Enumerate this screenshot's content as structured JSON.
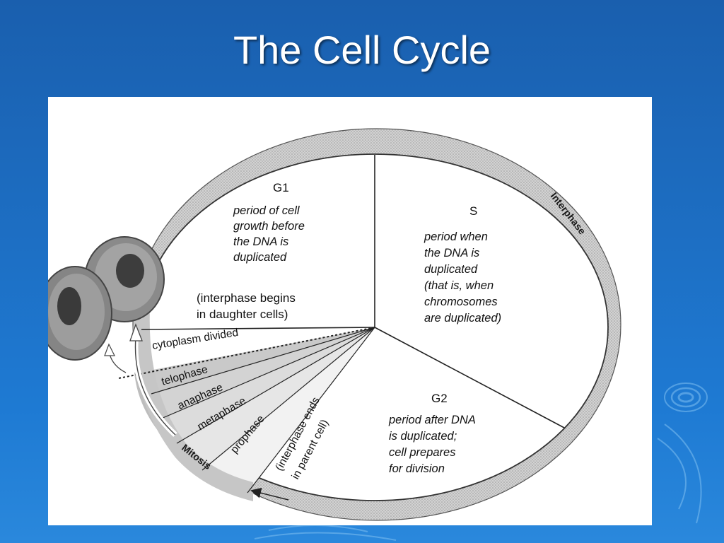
{
  "slide": {
    "title": "The Cell Cycle"
  },
  "diagram": {
    "ring_labels": {
      "interphase": "Interphase",
      "mitosis": "Mitosis"
    },
    "g1": {
      "title": "G1",
      "lines": [
        "period of cell",
        "growth before",
        "the DNA is",
        "duplicated"
      ],
      "note": [
        "(interphase begins",
        "in daughter cells)"
      ]
    },
    "s": {
      "title": "S",
      "lines": [
        "period when",
        "the DNA is",
        "duplicated",
        "(that is, when",
        "chromosomes",
        "are duplicated)"
      ]
    },
    "g2": {
      "title": "G2",
      "lines": [
        "period after DNA",
        "is duplicated;",
        "cell prepares",
        "for division"
      ]
    },
    "mitosis_phases": {
      "cytoplasm": "cytoplasm divided",
      "telophase": "telophase",
      "anaphase": "anaphase",
      "metaphase": "metaphase",
      "prophase": "prophase"
    },
    "interphase_ends": [
      "(interphase ends",
      "in parent cell)"
    ],
    "colors": {
      "slide_bg": "#1d6fc4",
      "figure_bg": "#ffffff",
      "ring_shade": "#bdbdbd",
      "mitosis_shade": "#cfcfcf",
      "cell_body": "#8a8a8a",
      "cell_nucleus": "#3d3d3d"
    }
  }
}
